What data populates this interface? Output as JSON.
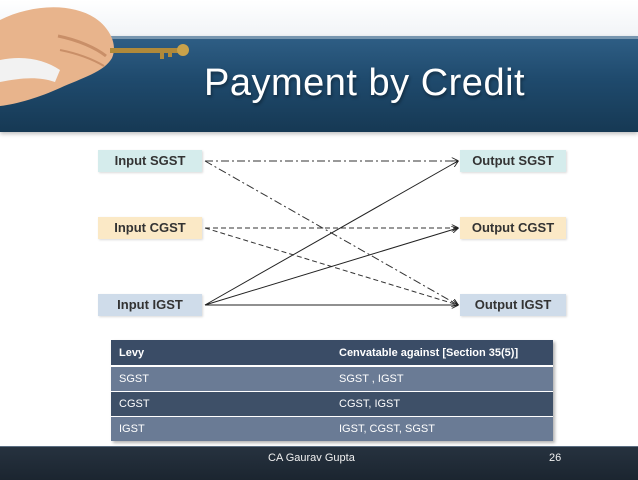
{
  "slide": {
    "title": "Payment by Credit",
    "footer_author": "CA Gaurav Gupta",
    "page_number": "26"
  },
  "diagram": {
    "inputs": [
      "Input SGST",
      "Input CGST",
      "Input IGST"
    ],
    "outputs": [
      "Output SGST",
      "Output CGST",
      "Output IGST"
    ],
    "colors": {
      "sgst": "#d5ecec",
      "cgst": "#fbe9c6",
      "igst": "#cfdcea"
    },
    "connections": [
      {
        "from": "Input SGST",
        "to": "Output SGST",
        "style": "dash-dot"
      },
      {
        "from": "Input SGST",
        "to": "Output IGST",
        "style": "dash-dot"
      },
      {
        "from": "Input CGST",
        "to": "Output CGST",
        "style": "dashed"
      },
      {
        "from": "Input CGST",
        "to": "Output IGST",
        "style": "dashed"
      },
      {
        "from": "Input IGST",
        "to": "Output SGST",
        "style": "solid"
      },
      {
        "from": "Input IGST",
        "to": "Output CGST",
        "style": "solid"
      },
      {
        "from": "Input IGST",
        "to": "Output IGST",
        "style": "solid"
      }
    ]
  },
  "table": {
    "headers": [
      "Levy",
      "Cenvatable against [Section 35(5)]"
    ],
    "rows": [
      [
        "SGST",
        "SGST , IGST"
      ],
      [
        "CGST",
        "CGST, IGST"
      ],
      [
        "IGST",
        "IGST, CGST, SGST"
      ]
    ]
  }
}
